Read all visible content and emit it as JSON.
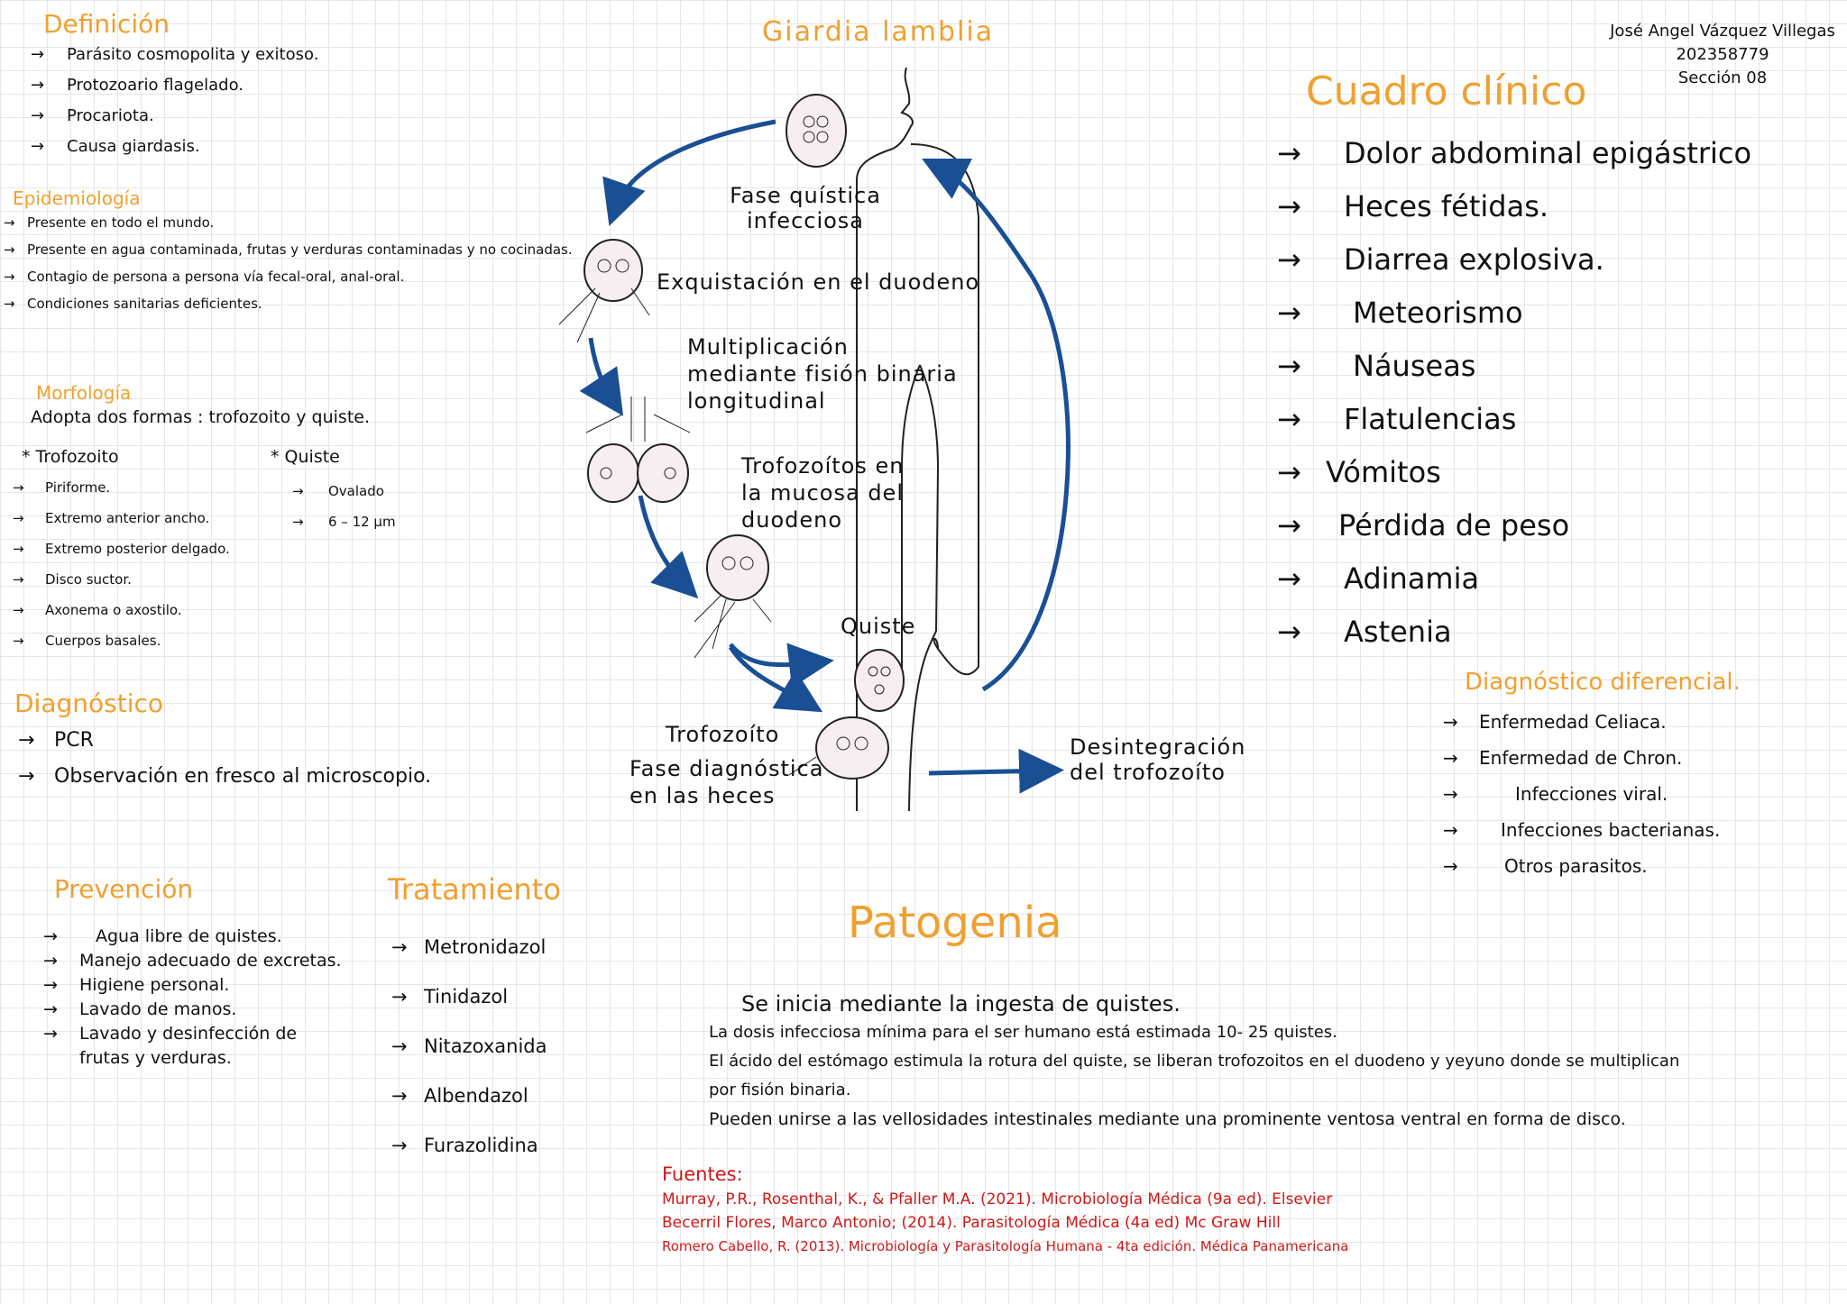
{
  "author": {
    "name": "José Angel Vázquez Villegas",
    "id": "202358779",
    "section": "Sección 08"
  },
  "title": "Giardia lamblia",
  "definicion": {
    "heading": "Definición",
    "items": [
      "Parásito cosmopolita y exitoso.",
      "Protozoario flagelado.",
      "Procariota.",
      "Causa giardasis."
    ]
  },
  "epidemiologia": {
    "heading": "Epidemiología",
    "items": [
      "Presente en todo el mundo.",
      "Presente en agua contaminada, frutas y verduras contaminadas y no cocinadas.",
      "Contagio de persona a persona vía fecal-oral, anal-oral.",
      "Condiciones sanitarias deficientes."
    ]
  },
  "morfologia": {
    "heading": "Morfología",
    "intro": "Adopta dos formas : trofozoito y quiste.",
    "trofozoito_label": "* Trofozoito",
    "trofozoito": [
      "Piriforme.",
      "Extremo anterior ancho.",
      "Extremo posterior delgado.",
      "Disco suctor.",
      "Axonema o axostilo.",
      "Cuerpos basales."
    ],
    "quiste_label": "* Quiste",
    "quiste": [
      "Ovalado",
      "6 – 12 µm"
    ]
  },
  "diagnostico": {
    "heading": "Diagnóstico",
    "items": [
      "PCR",
      "Observación en fresco al microscopio."
    ]
  },
  "prevencion": {
    "heading": "Prevención",
    "items": [
      "Agua libre de quistes.",
      "Manejo adecuado de excretas.",
      "Higiene personal.",
      "Lavado de manos.",
      "Lavado y desinfección de frutas y verduras."
    ]
  },
  "tratamiento": {
    "heading": "Tratamiento",
    "items": [
      "Metronidazol",
      "Tinidazol",
      "Nitazoxanida",
      "Albendazol",
      "Furazolidina"
    ]
  },
  "cycle": {
    "fase_quistica": "Fase quística infecciosa",
    "exquistacion": "Exquistación en el duodeno",
    "multiplicacion": "Multiplicación mediante fisión binaria longitudinal",
    "trofozoitos_mucosa": "Trofozoítos en la mucosa del duodeno",
    "quiste": "Quiste",
    "trofozoito": "Trofozoíto",
    "fase_diagnostica": "Fase diagnóstica en las heces",
    "desintegracion": "Desintegración del trofozoíto"
  },
  "cuadro_clinico": {
    "heading": "Cuadro clínico",
    "items": [
      "Dolor abdominal epigástrico",
      "Heces fétidas.",
      "Diarrea explosiva.",
      "Meteorismo",
      "Náuseas",
      "Flatulencias",
      "Vómitos",
      "Pérdida de peso",
      "Adinamia",
      "Astenia"
    ]
  },
  "diagnostico_diferencial": {
    "heading": "Diagnóstico diferencial.",
    "items": [
      "Enfermedad Celiaca.",
      "Enfermedad de Chron.",
      "Infecciones viral.",
      "Infecciones bacterianas.",
      "Otros parasitos."
    ]
  },
  "patogenia": {
    "heading": "Patogenia",
    "lines": [
      "Se inicia mediante la ingesta de quistes.",
      "La dosis infecciosa mínima para el ser humano está estimada 10- 25 quistes.",
      "El ácido del estómago estimula la rotura del quiste, se liberan trofozoitos en el duodeno y yeyuno donde se multiplican",
      "por fisión binaria.",
      "Pueden unirse a las vellosidades intestinales mediante una prominente ventosa ventral en forma de disco."
    ]
  },
  "fuentes": {
    "heading": "Fuentes:",
    "refs": [
      "Murray, P.R., Rosenthal, K., & Pfaller M.A. (2021). Microbiología Médica (9a ed). Elsevier",
      "Becerril Flores, Marco Antonio; (2014). Parasitología Médica (4a ed) Mc Graw Hill",
      "Romero Cabello, R. (2013). Microbiología y Parasitología Humana - 4ta edición. Médica Panamericana"
    ]
  },
  "colors": {
    "heading": "#f0a030",
    "arrow": "#1a4f94",
    "fuentes": "#d01818"
  }
}
